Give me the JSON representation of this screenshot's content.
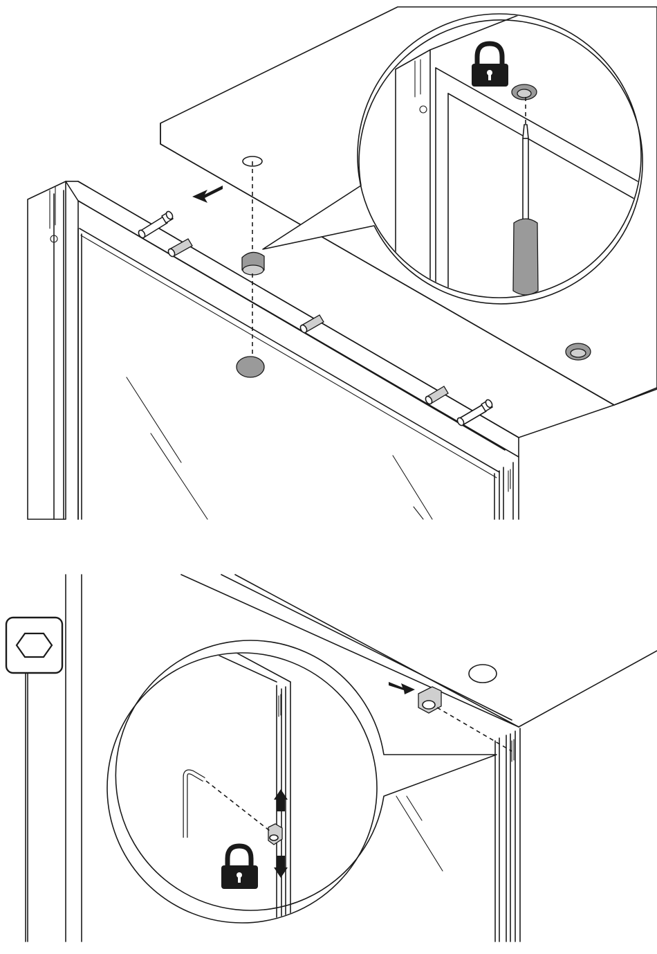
{
  "steps": [
    {
      "id": "step-1",
      "tool_icon": "lock-icon",
      "tool": "screwdriver-icon",
      "action": "lock"
    },
    {
      "id": "step-2",
      "tool_icon": "hex-key-icon",
      "tool": "allen-key-icon",
      "action": "lock"
    }
  ],
  "colors": {
    "line": "#1a1a1a",
    "part_fill": "#9a9a9a",
    "background": "#ffffff"
  }
}
